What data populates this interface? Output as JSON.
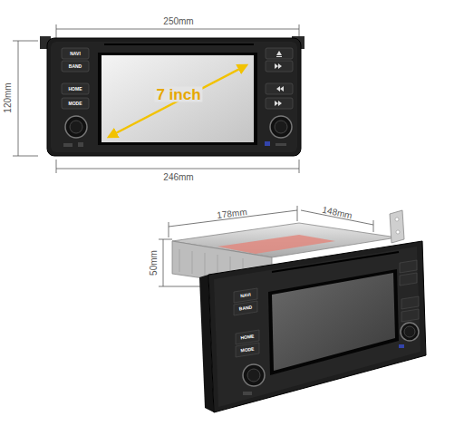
{
  "diagram": {
    "labels": [
      "250mm",
      "120mm",
      "7 inch",
      "246mm",
      "NAVI",
      "BAND",
      "HOME",
      "MODE",
      "178mm",
      "148mm",
      "50mm",
      "NAVI",
      "BAND",
      "HOME",
      "MODE"
    ]
  }
}
